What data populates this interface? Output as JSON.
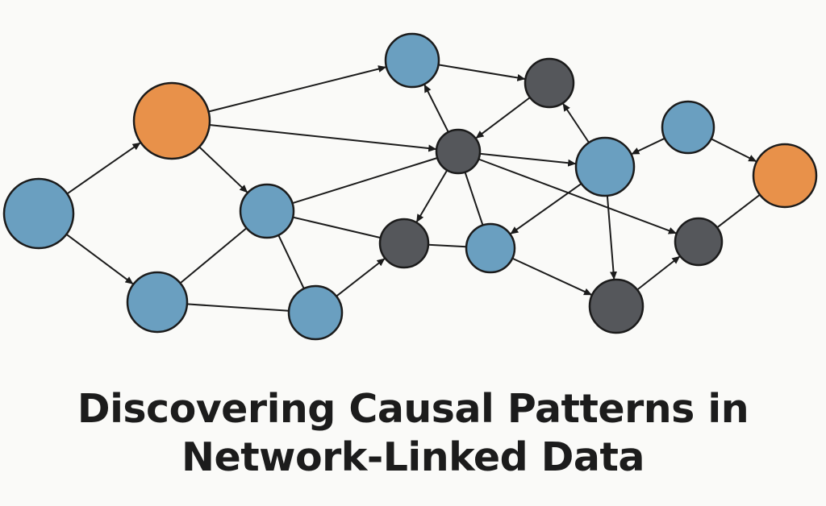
{
  "title": {
    "line1": "Discovering Causal Patterns in",
    "line2": "Network-Linked Data"
  },
  "colors": {
    "background": "#fafaf8",
    "node_blue": "#6a9fc0",
    "node_orange": "#e8914a",
    "node_dark": "#55575b",
    "stroke": "#1b1b1b",
    "text": "#1c1c1c"
  },
  "nodes": [
    {
      "id": "n1",
      "color": "blue"
    },
    {
      "id": "n2",
      "color": "orange"
    },
    {
      "id": "n3",
      "color": "blue"
    },
    {
      "id": "n4",
      "color": "blue"
    },
    {
      "id": "n5",
      "color": "blue"
    },
    {
      "id": "n6",
      "color": "blue"
    },
    {
      "id": "n7",
      "color": "dark"
    },
    {
      "id": "n8",
      "color": "dark"
    },
    {
      "id": "n9",
      "color": "dark"
    },
    {
      "id": "n10",
      "color": "blue"
    },
    {
      "id": "n11",
      "color": "blue"
    },
    {
      "id": "n12",
      "color": "blue"
    },
    {
      "id": "n13",
      "color": "dark"
    },
    {
      "id": "n14",
      "color": "dark"
    },
    {
      "id": "n15",
      "color": "orange"
    }
  ],
  "edges": [
    {
      "from": "n1",
      "to": "n2",
      "directed": true
    },
    {
      "from": "n1",
      "to": "n4",
      "directed": true
    },
    {
      "from": "n2",
      "to": "n6",
      "directed": true
    },
    {
      "from": "n2",
      "to": "n8",
      "directed": true
    },
    {
      "from": "n2",
      "to": "n3",
      "directed": true
    },
    {
      "from": "n3",
      "to": "n8",
      "directed": false
    },
    {
      "from": "n3",
      "to": "n9",
      "directed": false
    },
    {
      "from": "n3",
      "to": "n4",
      "directed": false
    },
    {
      "from": "n3",
      "to": "n5",
      "directed": false
    },
    {
      "from": "n4",
      "to": "n5",
      "directed": false
    },
    {
      "from": "n5",
      "to": "n9",
      "directed": true
    },
    {
      "from": "n6",
      "to": "n7",
      "directed": true
    },
    {
      "from": "n8",
      "to": "n6",
      "directed": true
    },
    {
      "from": "n7",
      "to": "n8",
      "directed": true
    },
    {
      "from": "n8",
      "to": "n9",
      "directed": true
    },
    {
      "from": "n8",
      "to": "n10",
      "directed": false
    },
    {
      "from": "n8",
      "to": "n11",
      "directed": true
    },
    {
      "from": "n8",
      "to": "n14",
      "directed": true
    },
    {
      "from": "n9",
      "to": "n10",
      "directed": false
    },
    {
      "from": "n11",
      "to": "n10",
      "directed": true
    },
    {
      "from": "n11",
      "to": "n7",
      "directed": true
    },
    {
      "from": "n11",
      "to": "n13",
      "directed": true
    },
    {
      "from": "n12",
      "to": "n11",
      "directed": true
    },
    {
      "from": "n12",
      "to": "n15",
      "directed": true
    },
    {
      "from": "n10",
      "to": "n13",
      "directed": true
    },
    {
      "from": "n13",
      "to": "n14",
      "directed": true
    },
    {
      "from": "n15",
      "to": "n14",
      "directed": false
    }
  ]
}
